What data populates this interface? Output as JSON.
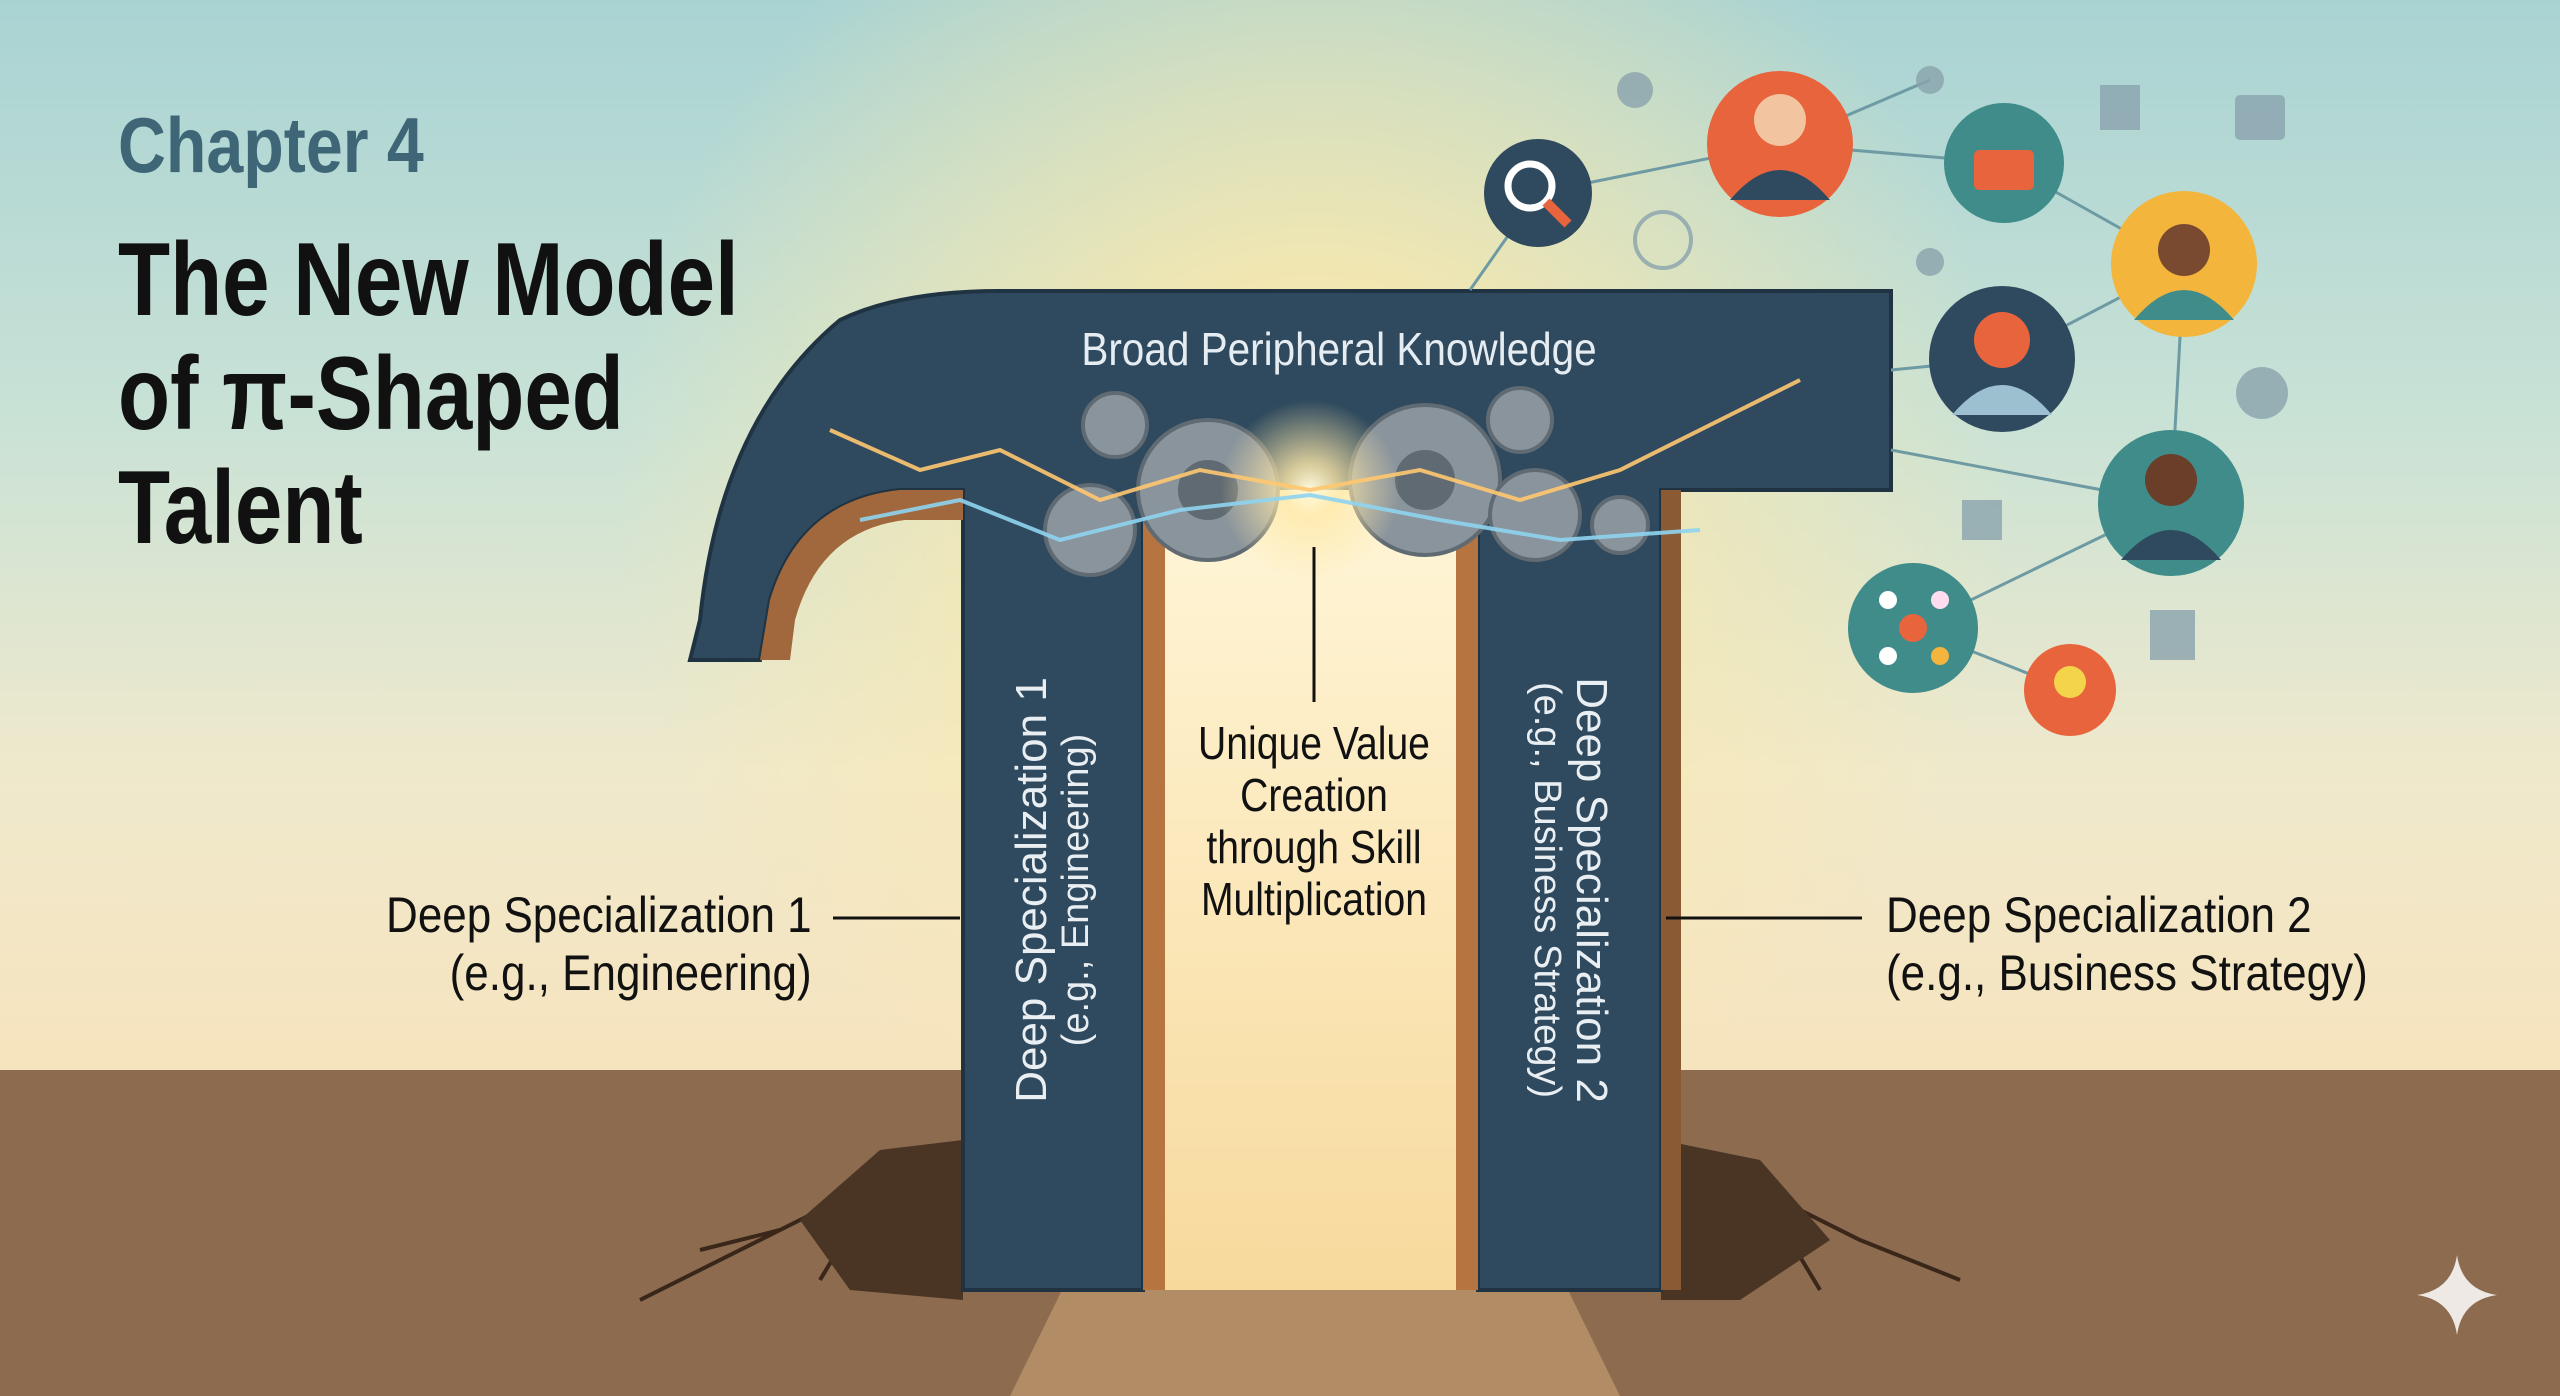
{
  "chapter": "Chapter 4",
  "title_lines": [
    "The New Model",
    "of π-Shaped",
    "Talent"
  ],
  "top_bar_label": "Broad Peripheral Knowledge",
  "center_text": [
    "Unique Value",
    "Creation",
    "through Skill",
    "Multiplication"
  ],
  "left_leg": {
    "line1": "Deep Specialization 1",
    "line2": "(e.g., Engineering)"
  },
  "right_leg": {
    "line1": "Deep Specialization 2",
    "line2": "(e.g., Business Strategy)"
  },
  "left_label": {
    "line1": "Deep Specialization 1",
    "line2": "(e.g., Engineering)"
  },
  "right_label": {
    "line1": "Deep Specialization 2",
    "line2": "(e.g., Business Strategy)"
  },
  "colors": {
    "pi": "#2f4a5e",
    "pi_edge": "#8a5a34",
    "ground": "#8a6a4e",
    "accent_orange": "#e8643c",
    "teal": "#3f8c8a"
  },
  "network_icons": [
    "magnifier-icon",
    "businessman-icon",
    "briefcase-icon",
    "businesswoman-icon",
    "woman-icon",
    "man-glasses-icon",
    "molecule-icon",
    "lightbulb-icon",
    "user-icon",
    "globe-icon",
    "gears-icon",
    "bar-chart-icon",
    "calendar-icon",
    "gear-icon",
    "org-chart-icon",
    "growth-chart-icon"
  ]
}
